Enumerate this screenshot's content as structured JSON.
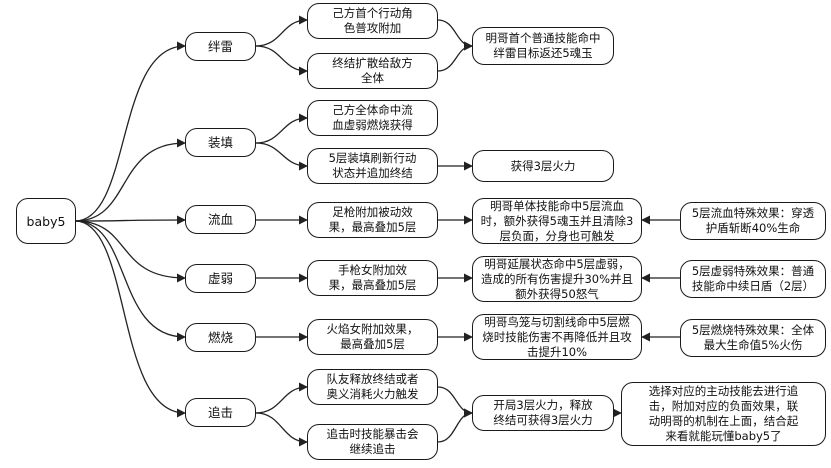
{
  "root": "baby5",
  "categories": {
    "c1": "绊雷",
    "c2": "装填",
    "c3": "流血",
    "c4": "虚弱",
    "c5": "燃烧",
    "c6": "追击"
  },
  "details": {
    "d1": "己方首个行动角\n色普攻附加",
    "d2": "终结扩散给敌方\n全体",
    "d3": "己方全体命中流\n血虚弱燃烧获得",
    "d4": "5层装填刷新行动\n状态并追加终结",
    "d5": "足枪附加被动效\n果，最高叠加5层",
    "d6": "手枪女附加效\n果，最高叠加5层",
    "d7": "火焰女附加效果，\n最高叠加5层",
    "d8": "队友释放终结或者\n奥义消耗火力触发",
    "d9": "追击时技能暴击会\n继续追击"
  },
  "outcomes": {
    "o1": "明哥首个普通技能命中\n绊雷目标返还5魂玉",
    "o2": "获得3层火力",
    "o3": "明哥单体技能命中5层流血\n时，额外获得5魂玉并且清除3\n层负面，分身也可触发",
    "o4": "明哥延展状态命中5层虚弱，\n造成的所有伤害提升30%并且\n额外获得50怒气",
    "o5": "明哥鸟笼与切割线命中5层燃\n烧时技能伤害不再降低并且攻\n击提升10%",
    "o6": "开局3层火力，释放\n终结可获得3层火力"
  },
  "specials": {
    "s1": "5层流血特殊效果：穿透\n护盾斩断40%生命",
    "s2": "5层虚弱特殊效果：普通\n技能命中续日盾（2层）",
    "s3": "5层燃烧特殊效果：全体\n最大生命值5%火伤",
    "s4": "选择对应的主动技能去进行追\n击，附加对应的负面效果，联\n动明哥的机制在上面，结合起\n来看就能玩懂baby5了"
  }
}
